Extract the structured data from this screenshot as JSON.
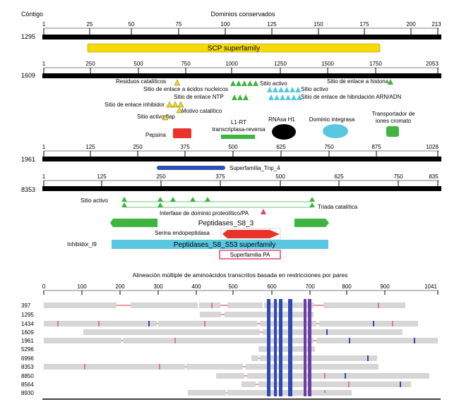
{
  "header": {
    "contig_label": "Cóntigo",
    "domains_title": "Dominios conservados"
  },
  "contig_1295": {
    "id": "1295",
    "ticks": [
      "1",
      "25",
      "50",
      "75",
      "100",
      "125",
      "150",
      "175",
      "200",
      "213"
    ],
    "domains": [
      {
        "label": "SCP superfamily",
        "color": "#f5d90a"
      }
    ]
  },
  "contig_1609": {
    "id": "1609",
    "ticks": [
      "1",
      "250",
      "500",
      "750",
      "1000",
      "1250",
      "1500",
      "1750",
      "2053"
    ],
    "features": [
      {
        "label": "Residuos catalíticos",
        "color": "#f5d90a"
      },
      {
        "label": "Sitio de enlace a ácidos nucleicos",
        "color": "#3fb43f"
      },
      {
        "label": "Sitio de enlace NTP",
        "color": "#3fb43f"
      },
      {
        "label": "Sitio de enlace inhibidor",
        "color": "#f5d90a"
      },
      {
        "label": "Motivo catalítico",
        "color": "#f5d90a"
      },
      {
        "label": "Sitio activo flap",
        "color": "#f5d90a"
      },
      {
        "label": "Sitio activo",
        "color": "#3fb43f"
      },
      {
        "label": "Sitio de enlace a histona",
        "color": "#3fb43f"
      },
      {
        "label": "Sitio activo",
        "color": "#59c7e0"
      },
      {
        "label": "Sitio de enlace de hibridación ARN/ADN",
        "color": "#59c7e0"
      }
    ],
    "legend": [
      {
        "label": "Pepsina",
        "color": "#e8332a"
      },
      {
        "label_line1": "L1-RT",
        "label_line2": "transcriptasa-reversa",
        "color": "#3fb43f"
      },
      {
        "label": "RNAsa H1",
        "color": "#000000"
      },
      {
        "label": "Dominio integrasa",
        "color": "#59c7e0"
      },
      {
        "label_line1": "Transportador de",
        "label_line2": "iones cromato",
        "color": "#3fb43f"
      }
    ]
  },
  "contig_1961": {
    "id": "1961",
    "ticks": [
      "1",
      "125",
      "250",
      "375",
      "500",
      "625",
      "750",
      "875",
      "1028"
    ],
    "domains": [
      {
        "label": "Superfamilia_Tnp_4",
        "color": "#2f4fb0"
      }
    ]
  },
  "contig_8353": {
    "id": "8353",
    "ticks": [
      "1",
      "125",
      "250",
      "375",
      "500",
      "625",
      "750",
      "835"
    ],
    "labels": {
      "active_site": "Sitio activo",
      "catalytic_triad": "Triada catalítica",
      "domain_interface": "Interfase de dominio proteolítico/PA",
      "peptidases_s8_3": "Peptidases_S8_3",
      "serine_endopeptidase": "Serina endopeptidasa",
      "inhibitor": "Inhibidor_I9",
      "s8_s53_superfamily": "Peptidases_S8_S53 superfamily",
      "pa_superfamily": "Superfamilia PA"
    },
    "colors": {
      "green": "#3fb43f",
      "cyan": "#59c7e0",
      "red": "#e8332a",
      "pink": "#e0407a"
    }
  },
  "alignment": {
    "title": "Alineación múltiple de aminoácidos transcritos basada en restricciones por pares",
    "ticks": [
      "0",
      "100",
      "200",
      "300",
      "400",
      "500",
      "600",
      "700",
      "800",
      "900",
      "1041"
    ],
    "rows": [
      "397",
      "1295",
      "1434",
      "1609",
      "1961",
      "5296",
      "6996",
      "8353",
      "8850",
      "8564",
      "8930"
    ]
  }
}
